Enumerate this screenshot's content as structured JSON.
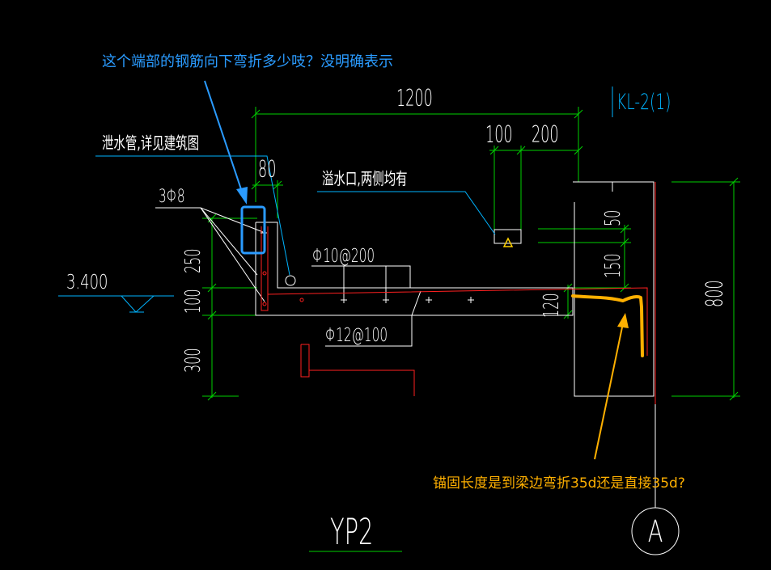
{
  "colors": {
    "background": "#000000",
    "outline": "#ffffff",
    "dimension": "#00d000",
    "leader": "#00b4ff",
    "rebar": "#ff2020",
    "question_blue": "#2a9bff",
    "question_orange": "#ffb000",
    "triangle": "#ffd000"
  },
  "annotations": {
    "question_top": "这个端部的钢筋向下弯折多少吱？没明确表示",
    "question_bottom": "锚固长度是到梁边弯折35d还是直接35d?"
  },
  "labels": {
    "drain_pipe": "泄水管,详见建筑图",
    "overflow": "溢水口,两侧均有",
    "stirrup_bars": "3Φ8",
    "top_bar": "Φ10@200",
    "bottom_bar": "Φ12@100",
    "beam": "KL-2(1)",
    "elevation": "3.400",
    "drawing_title": "YP2",
    "axis": "A"
  },
  "dimensions": {
    "overall_width": "1200",
    "d100": "100",
    "d200": "200",
    "d80": "80",
    "d250": "250",
    "d100_left": "100",
    "d300": "300",
    "d50": "50",
    "d150": "150",
    "d120": "120",
    "d800": "800"
  }
}
